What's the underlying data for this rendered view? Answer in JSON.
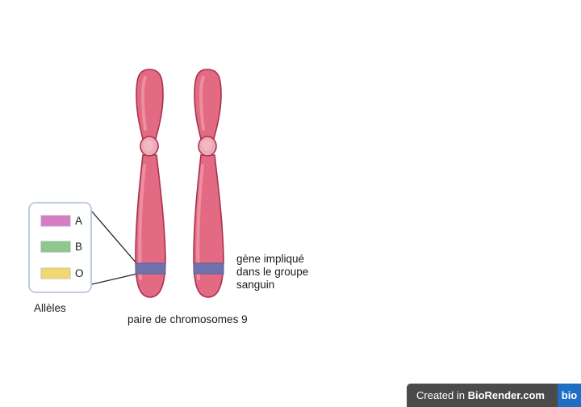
{
  "gene_label": "gène impliqué\ndans le groupe\nsanguin",
  "pair_label": "paire de chromosomes 9",
  "alleles_label": "Allèles",
  "legend": [
    {
      "letter": "A",
      "color": "#d77cc0"
    },
    {
      "letter": "B",
      "color": "#8fc98a"
    },
    {
      "letter": "O",
      "color": "#f1d873"
    }
  ],
  "colors": {
    "chromosome_fill": "#e26a82",
    "chromosome_stroke": "#a8334f",
    "centromere_fill": "#eeaab8",
    "gene_band": "#6f73ad",
    "legend_border": "#a9bcd9"
  },
  "badge": {
    "prefix": "Created in ",
    "brand": "BioRender.com",
    "logo": "bio"
  }
}
